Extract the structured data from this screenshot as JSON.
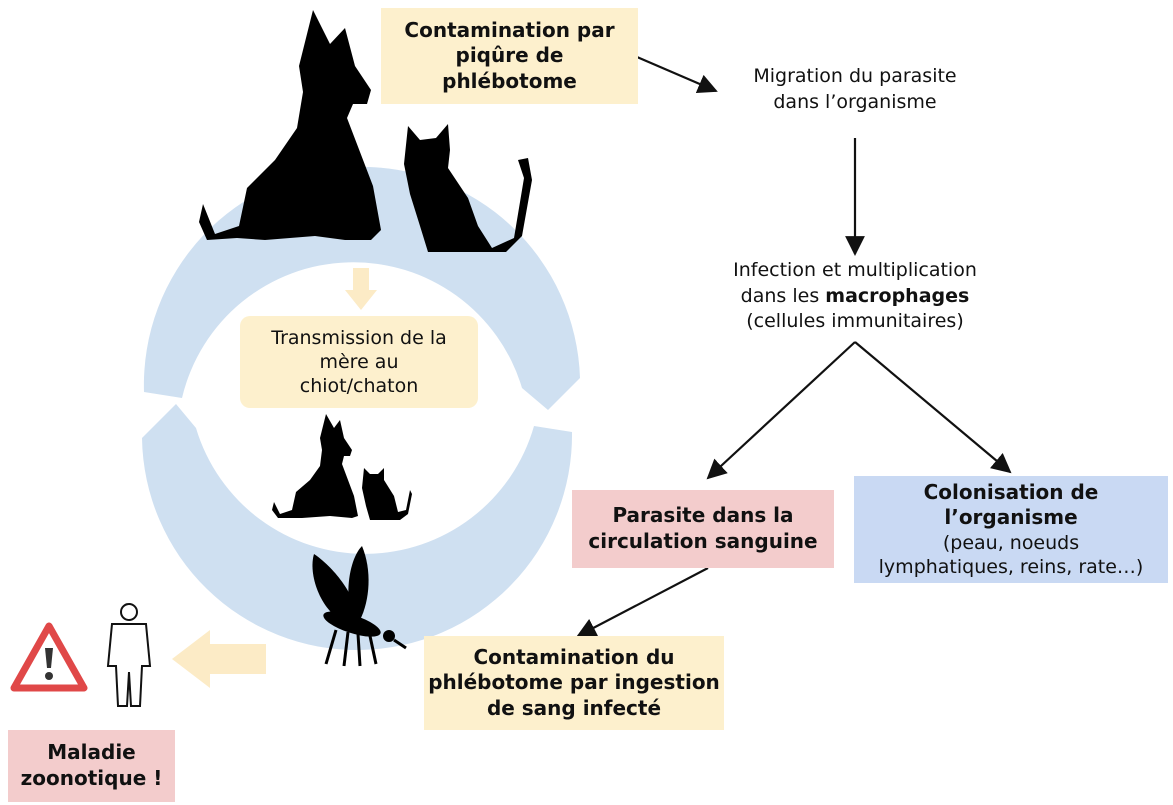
{
  "nodes": {
    "contamination_piqure": [
      "Contamination par",
      "piqûre de",
      "phlébotome"
    ],
    "migration": [
      "Migration du parasite",
      "dans l’organisme"
    ],
    "infection": {
      "line1": "Infection et multiplication",
      "line2_prefix": "dans les ",
      "line2_bold": "macrophages",
      "line3": "(cellules immunitaires)"
    },
    "parasite_sang": [
      "Parasite dans la",
      "circulation sanguine"
    ],
    "colonisation": {
      "title": "Colonisation de l’organisme",
      "details": [
        "(peau, noeuds",
        "lymphatiques, reins, rate…)"
      ]
    },
    "contamination_ingestion": [
      "Contamination du",
      "phlébotome par ingestion",
      "de sang infecté"
    ],
    "transmission": [
      "Transmission de la",
      "mère au",
      "chiot/chaton"
    ],
    "zoonose": [
      "Maladie",
      "zoonotique !"
    ]
  },
  "icons": [
    "dog-icon",
    "cat-icon",
    "sandfly-icon",
    "person-icon",
    "warning-icon"
  ],
  "colors": {
    "yellow_box": "#fdf0cd",
    "pink_box": "#f3cccc",
    "blue_box": "#c9d9f3",
    "cycle_ring": "#cfe0f1",
    "transfer_arrow": "#fcebc6",
    "warning_red": "#e04848"
  }
}
